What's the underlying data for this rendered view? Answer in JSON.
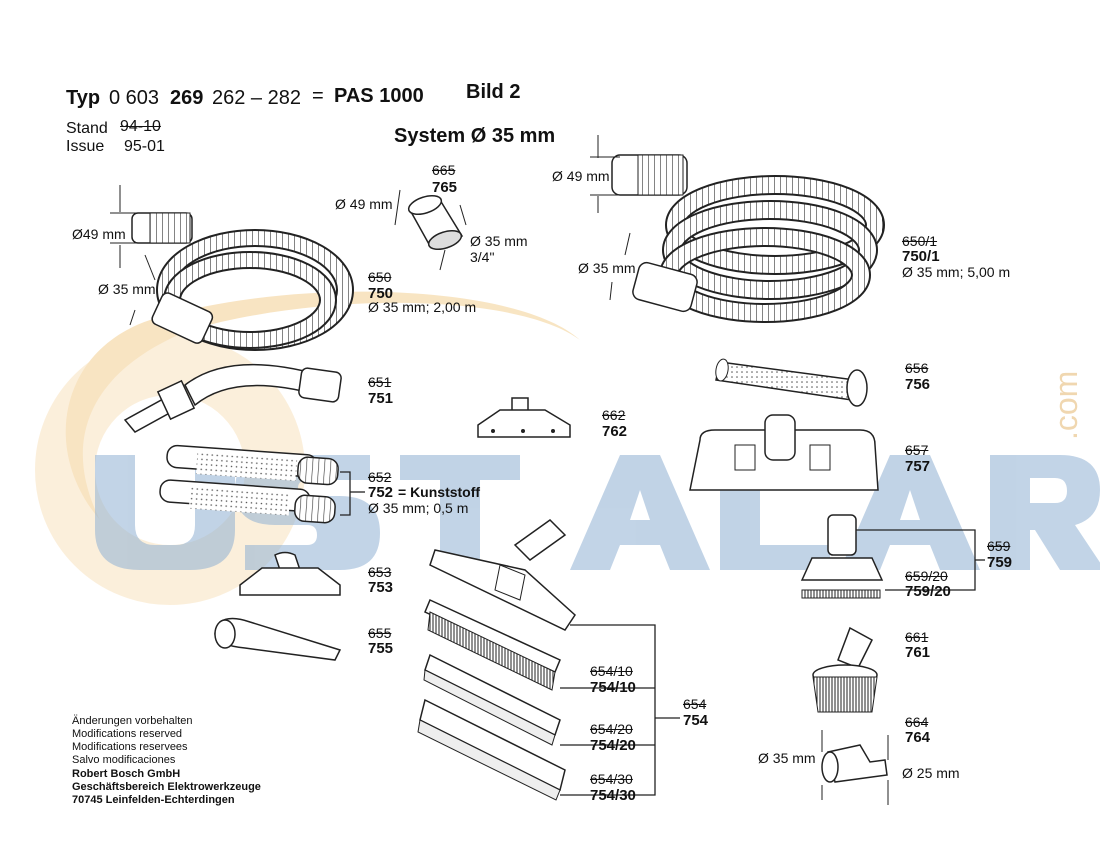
{
  "header": {
    "typ": "Typ",
    "code": "0 603",
    "code_bold": "269",
    "range": "262 – 282",
    "equals": "=",
    "model": "PAS 1000",
    "bild": "Bild 2",
    "stand_label": "Stand",
    "stand_value": "94-10",
    "issue_label": "Issue",
    "issue_value": "95-01",
    "system": "System Ø 35 mm"
  },
  "watermark": {
    "text": "USTALARA",
    "suffix": ".com"
  },
  "parts": {
    "p765": {
      "old": "665",
      "new": "765",
      "dim1": "Ø 49 mm",
      "dim2": "Ø 35 mm",
      "dim3": "3/4\""
    },
    "p750": {
      "old": "650",
      "new": "750",
      "spec": "Ø 35 mm; 2,00 m",
      "dim_top": "Ø49 mm",
      "dim_bottom": "Ø 35 mm"
    },
    "p750_1": {
      "old": "650/1",
      "new": "750/1",
      "spec": "Ø 35 mm; 5,00 m",
      "dim_top": "Ø 49 mm",
      "dim_bottom": "Ø 35 mm"
    },
    "p751": {
      "old": "651",
      "new": "751"
    },
    "p762": {
      "old": "662",
      "new": "762"
    },
    "p756": {
      "old": "656",
      "new": "756"
    },
    "p757": {
      "old": "657",
      "new": "757"
    },
    "p752": {
      "old": "652",
      "new": "752",
      "material": "= Kunststoff",
      "spec": "Ø 35 mm; 0,5 m"
    },
    "p759": {
      "old": "659",
      "new": "759"
    },
    "p759_20": {
      "old": "659/20",
      "new": "759/20"
    },
    "p753": {
      "old": "653",
      "new": "753"
    },
    "p755": {
      "old": "655",
      "new": "755"
    },
    "p761": {
      "old": "661",
      "new": "761"
    },
    "p754_10": {
      "old": "654/10",
      "new": "754/10"
    },
    "p754": {
      "old": "654",
      "new": "754"
    },
    "p754_20": {
      "old": "654/20",
      "new": "754/20"
    },
    "p754_30": {
      "old": "654/30",
      "new": "754/30"
    },
    "p764": {
      "old": "664",
      "new": "764",
      "dim_left": "Ø 35 mm",
      "dim_right": "Ø 25 mm"
    }
  },
  "footer": {
    "l1": "Änderungen vorbehalten",
    "l2": "Modifications reserved",
    "l3": "Modifications reservees",
    "l4": "Salvo modificaciones",
    "l5": "Robert Bosch GmbH",
    "l6": "Geschäftsbereich Elektrowerkzeuge",
    "l7": "70745 Leinfelden-Echterdingen"
  }
}
